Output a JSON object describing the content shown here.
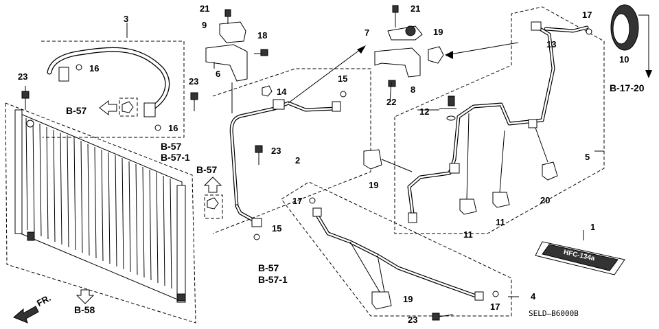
{
  "callouts": {
    "c1": "1",
    "c2": "2",
    "c3": "3",
    "c4": "4",
    "c5": "5",
    "c6": "6",
    "c7": "7",
    "c8": "8",
    "c9": "9",
    "c10": "10",
    "c11a": "11",
    "c11b": "11",
    "c12": "12",
    "c13": "13",
    "c14": "14",
    "c15a": "15",
    "c15b": "15",
    "c16a": "16",
    "c16b": "16",
    "c17a": "17",
    "c17b": "17",
    "c17c": "17",
    "c18": "18",
    "c19a": "19",
    "c19b": "19",
    "c19c": "19",
    "c20": "20",
    "c21a": "21",
    "c21b": "21",
    "c22": "22",
    "c23a": "23",
    "c23b": "23",
    "c23c": "23",
    "c23d": "23"
  },
  "refs": {
    "b57_left": "B-57",
    "b57_under_hose": "B-57",
    "b571_under_hose": "B-57-1",
    "b57_mid": "B-57",
    "b57_bottom": "B-57",
    "b571_bottom": "B-57-1",
    "b58": "B-58",
    "b1720": "B-17-20"
  },
  "front_label": "FR.",
  "diagram_code": "SELD—B6000B",
  "label_plate_text": "HFC-134a"
}
